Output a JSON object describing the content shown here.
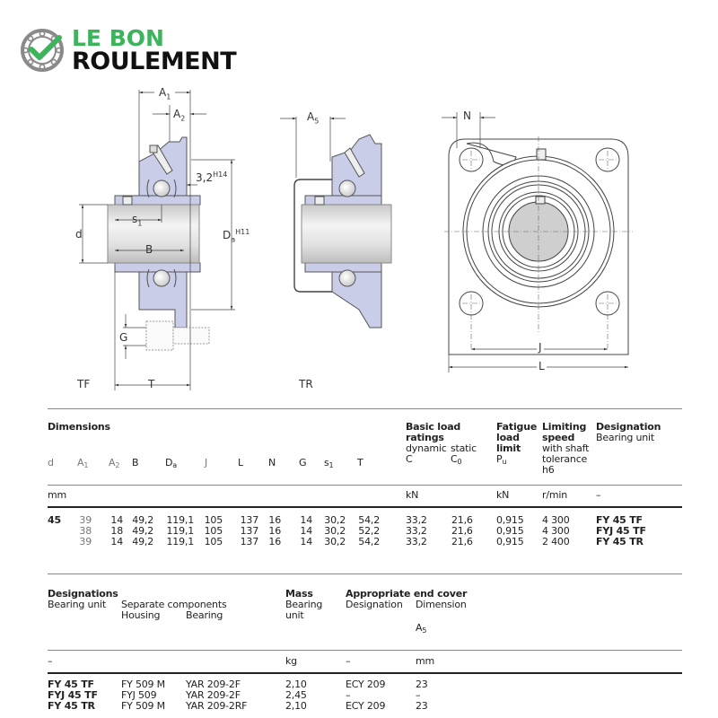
{
  "logo": {
    "line1": "LE BON",
    "line2": "ROULEMENT",
    "brand_green": "#3db35b",
    "brand_grey": "#8a8a8a"
  },
  "drawings": {
    "tf": {
      "variant_label": "TF",
      "dims": {
        "A1": "A",
        "A1_sub": "1",
        "A2": "A",
        "A2_sub": "2",
        "gap": "3,2",
        "gap_sup": "H14",
        "s1": "s",
        "s1_sub": "1",
        "d": "d",
        "B": "B",
        "Da": "D",
        "Da_sub": "a",
        "Da_sup": "H11",
        "G": "G",
        "T": "T"
      }
    },
    "tr": {
      "variant_label": "TR",
      "dims": {
        "A5": "A",
        "A5_sub": "5"
      }
    },
    "front": {
      "dims": {
        "N": "N",
        "J": "J",
        "L": "L"
      }
    },
    "housing_color": "#c9cde8",
    "shaft_color": "#dcdcdc"
  },
  "table1": {
    "title": "Dimensions",
    "columns": [
      {
        "key": "d",
        "label": "d",
        "sub": ""
      },
      {
        "key": "A1",
        "label": "A",
        "sub": "1"
      },
      {
        "key": "A2",
        "label": "A",
        "sub": "2"
      },
      {
        "key": "B",
        "label": "B",
        "sub": ""
      },
      {
        "key": "Da",
        "label": "D",
        "sub": "a"
      },
      {
        "key": "J",
        "label": "J",
        "sub": ""
      },
      {
        "key": "L",
        "label": "L",
        "sub": ""
      },
      {
        "key": "N",
        "label": "N",
        "sub": ""
      },
      {
        "key": "G",
        "label": "G",
        "sub": ""
      },
      {
        "key": "s1",
        "label": "s",
        "sub": "1"
      },
      {
        "key": "T",
        "label": "T",
        "sub": ""
      }
    ],
    "load_header": {
      "title_l1": "Basic load",
      "title_l2": "ratings",
      "dynamic": "dynamic",
      "static": "static",
      "C": "C",
      "C0": "C",
      "C0_sub": "0"
    },
    "fatigue_header": {
      "l1": "Fatigue",
      "l2": "load",
      "l3": "limit",
      "sym": "P",
      "sym_sub": "u"
    },
    "speed_header": {
      "l1": "Limiting",
      "l2": "speed",
      "l3": "with shaft",
      "l4": "tolerance",
      "l5": "h6"
    },
    "designation_header": {
      "l1": "Designation",
      "l2": "Bearing unit"
    },
    "units": {
      "dims": "mm",
      "load": "kN",
      "fatigue": "kN",
      "speed": "r/min",
      "designation": "–"
    },
    "d_value": "45",
    "rows": [
      {
        "A1": "39",
        "A2": "14",
        "B": "49,2",
        "Da": "119,1",
        "J": "105",
        "L": "137",
        "N": "16",
        "G": "14",
        "s1": "30,2",
        "T": "54,2",
        "C": "33,2",
        "C0": "21,6",
        "Pu": "0,915",
        "speed": "4 300",
        "designation": "FY 45 TF"
      },
      {
        "A1": "38",
        "A2": "18",
        "B": "49,2",
        "Da": "119,1",
        "J": "105",
        "L": "137",
        "N": "16",
        "G": "14",
        "s1": "30,2",
        "T": "52,2",
        "C": "33,2",
        "C0": "21,6",
        "Pu": "0,915",
        "speed": "4 300",
        "designation": "FYJ 45 TF"
      },
      {
        "A1": "39",
        "A2": "14",
        "B": "49,2",
        "Da": "119,1",
        "J": "105",
        "L": "137",
        "N": "16",
        "G": "14",
        "s1": "30,2",
        "T": "54,2",
        "C": "33,2",
        "C0": "21,6",
        "Pu": "0,915",
        "speed": "2 400",
        "designation": "FY 45 TR"
      }
    ]
  },
  "table2": {
    "designations_header": {
      "title": "Designations",
      "bearing_unit": "Bearing unit",
      "separate": "Separate components",
      "housing": "Housing",
      "bearing": "Bearing"
    },
    "mass_header": {
      "title": "Mass",
      "l2": "Bearing",
      "l3": "unit"
    },
    "endcover_header": {
      "title": "Appropriate end cover",
      "designation": "Designation",
      "dimension": "Dimension",
      "A5": "A",
      "A5_sub": "5"
    },
    "units": {
      "designation": "–",
      "mass": "kg",
      "cover": "–",
      "dimension": "mm"
    },
    "rows": [
      {
        "unit": "FY 45 TF",
        "housing": "FY 509 M",
        "bearing": "YAR 209-2F",
        "mass": "2,10",
        "cover": "ECY 209",
        "A5": "23"
      },
      {
        "unit": "FYJ 45 TF",
        "housing": "FYJ 509",
        "bearing": "YAR 209-2F",
        "mass": "2,45",
        "cover": "–",
        "A5": "–"
      },
      {
        "unit": "FY 45 TR",
        "housing": "FY 509 M",
        "bearing": "YAR 209-2RF",
        "mass": "2,10",
        "cover": "ECY 209",
        "A5": "23"
      }
    ]
  }
}
